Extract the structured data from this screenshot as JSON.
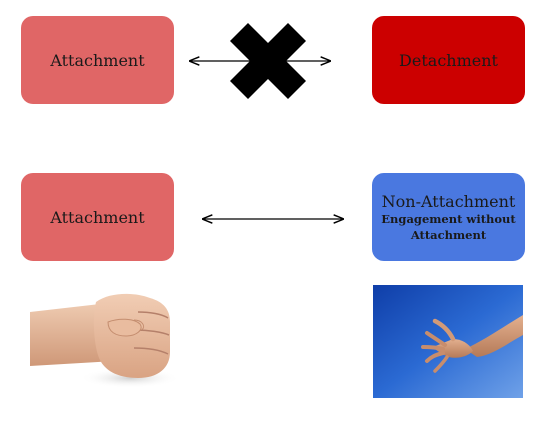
{
  "colors": {
    "attachment": "#e06666",
    "detachment": "#cc0000",
    "non_attachment": "#4a78e0",
    "arrow": "#000000",
    "cross": "#000000"
  },
  "row1": {
    "left_label": "Attachment",
    "right_label": "Detachment",
    "connector": "x-icon"
  },
  "row2": {
    "left_label": "Attachment",
    "right_label": "Non-Attachment",
    "right_sublabel_line1": "Engagement without",
    "right_sublabel_line2": "Attachment"
  },
  "images": {
    "left": "clenched-fist-photo",
    "right": "open-hand-sky-photo"
  }
}
